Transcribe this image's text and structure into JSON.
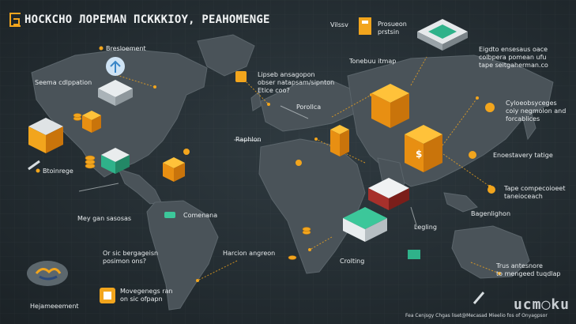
{
  "title": "HOCKCHO ЛOPEMAN ПCKKKIOY, PEAHOMENGE",
  "watermark": "ucm◯ku",
  "credit": "Fea Cenjsgy Chgas liset@Mecasad Mieelio fos of Onyagpsor",
  "colors": {
    "background": "#242d32",
    "land": "#4a5359",
    "accent_orange": "#f2a51d",
    "accent_green": "#2fb28a",
    "text": "#e8ecee"
  },
  "labels": [
    {
      "id": "label-visser",
      "text": "Vilssv"
    },
    {
      "id": "label-prosueon",
      "text": "Prosueon\nprstsin"
    },
    {
      "id": "label-bresloement",
      "text": "Bresloement"
    },
    {
      "id": "label-seema",
      "text": "Seema cdlppation"
    },
    {
      "id": "label-tonebuu",
      "text": "Tonebuu itmap"
    },
    {
      "id": "label-center-note",
      "text": "Lipseb ansagopon\nobser natapsam/sipnton\nEtice coo?"
    },
    {
      "id": "label-right-top",
      "text": "Eigdto ensesaus oace\ncolbpera pomean ufu\ntape seitgaherman.co"
    },
    {
      "id": "label-porollca",
      "text": "Porollca"
    },
    {
      "id": "label-right-mid",
      "text": "Cyloeobsyceges\ncoiy negmolon and\nforcablices"
    },
    {
      "id": "label-raphlon",
      "text": "Raphlon"
    },
    {
      "id": "label-enoestavery",
      "text": "Enoestavery tatige"
    },
    {
      "id": "label-btoinrege",
      "text": "Btoinrege"
    },
    {
      "id": "label-tape-com",
      "text": "Tape compecoioeet\ntaneioceach"
    },
    {
      "id": "label-may",
      "text": "Mey gan sasosas"
    },
    {
      "id": "label-comenana",
      "text": "Comenana"
    },
    {
      "id": "label-bagenlighon",
      "text": "Bagenlighon"
    },
    {
      "id": "label-legling",
      "text": "Legling"
    },
    {
      "id": "label-or-sic",
      "text": "Or sic bergageisn\nposimon ons?"
    },
    {
      "id": "label-harcion",
      "text": "Harcion angreon"
    },
    {
      "id": "label-crolting",
      "text": "Crolting"
    },
    {
      "id": "label-trus",
      "text": "Trus antesnore\nto mengeed tuqdlap"
    },
    {
      "id": "label-movegenegs",
      "text": "Movegenegs ran\non sic ofpapn"
    },
    {
      "id": "label-hejameement",
      "text": "Hejameeement"
    }
  ]
}
